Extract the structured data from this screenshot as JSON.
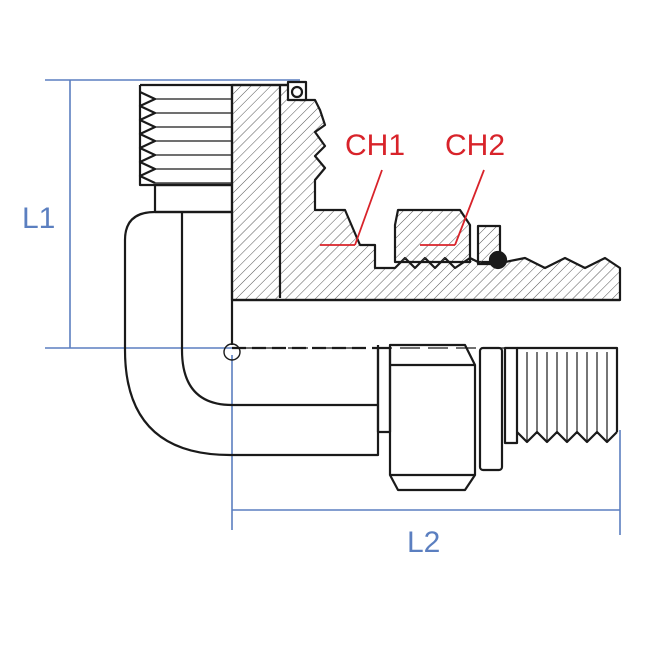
{
  "dimensions": {
    "l1": "L1",
    "l2": "L2"
  },
  "callouts": {
    "ch1": "CH1",
    "ch2": "CH2"
  },
  "colors": {
    "outline": "#1a1a1a",
    "dimension": "#5b7fc0",
    "callout": "#d8232a",
    "hatch": "#555555",
    "background": "#ffffff"
  }
}
